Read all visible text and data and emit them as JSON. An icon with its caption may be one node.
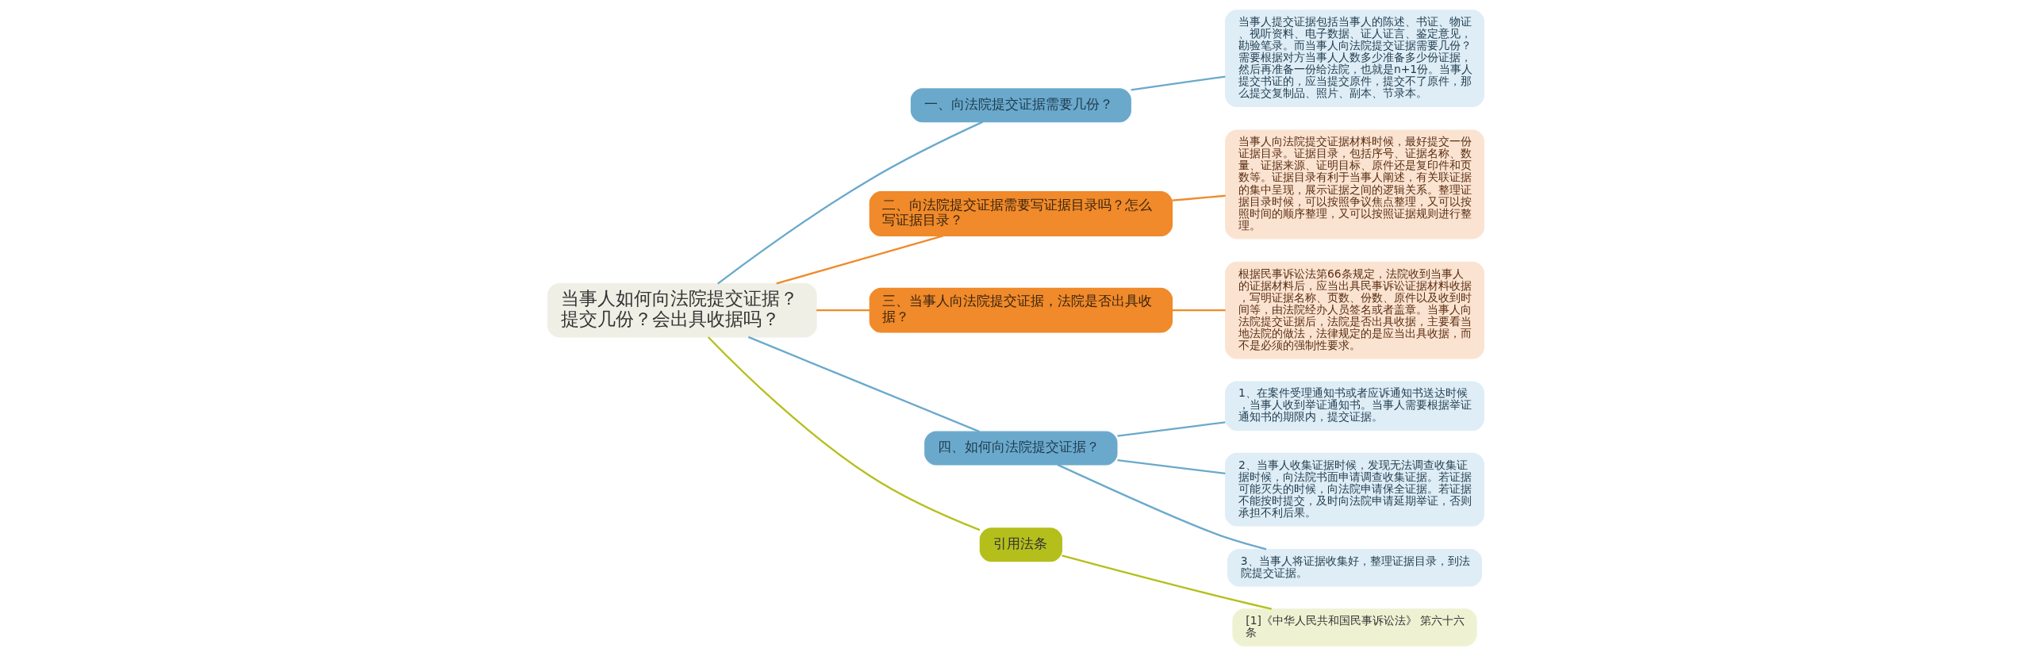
{
  "diagram": {
    "nodes": [
      {
        "text": [
          "当事人如何向法院提交证据？提交几份？会出具收据吗？"
        ]
      },
      {
        "text": [
          "一、向法院提交证据需要几份？"
        ]
      },
      {
        "text": [
          "当事人提交证据包括当事人的陈述、书证、物证、视听资料、电子数据、证人证言、鉴定意见，勘验笔录。而当事人向法院提交证据需要几份？需要根据对方当事人人数多少准备多少份证据，然后再准备一份给法院，也就是n+1份。当事人提交书证的，应当提交原件，提交不了原件，那么提交复制品、照片、副本、节录本。"
        ]
      },
      {
        "text": [
          "二、向法院提交证据需要写证据目录吗？怎么写证据目录？"
        ]
      },
      {
        "text": [
          "当事人向法院提交证据材料时候，最好提交一份证据目录。证据目录，包括序号、证据名称、数量、证据来源、证明目标、原件还是复印件和页数等。证据目录有利于当事人阐述，有关联证据的集中呈现，展示证据之间的逻辑关系。整理证据目录时候，可以按照争议焦点整理，又可以按照时间的顺序整理，又可以按照证据规则进行整理。"
        ]
      },
      {
        "text": [
          "三、当事人向法院提交证据，法院是否出具收据？"
        ]
      },
      {
        "text": [
          "根据民事诉讼法第66条规定，法院收到当事人的证据材料后，应当出具民事诉讼证据材料收据，写明证据名称、页数、份数、原件以及收到时间等，由法院经办人员签名或者盖章。当事人向法院提交证据后，法院是否出具收据，主要看当地法院的做法，法律规定的是应当出具收据，而不是必须的强制性要求。"
        ]
      },
      {
        "text": [
          "四、如何向法院提交证据？"
        ]
      },
      {
        "text": [
          "1、在案件受理通知书或者应诉通知书送达时候，当事人收到举证通知书。当事人需要根据举证通知书的期限内，提交证据。"
        ]
      },
      {
        "text": [
          "2、当事人收集证据时候，发现无法调查收集证据时候，向法院书面申请调查收集证据。若证据可能灭失的时候，向法院申请保全证据。若证据不能按时提交，及时向法院申请延期举证，否则承担不利后果。"
        ]
      },
      {
        "text": [
          "3、当事人将证据收集好，整理证据目录，到法院提交证据。"
        ]
      },
      {
        "text": [
          "引用法条"
        ]
      },
      {
        "text": [
          "[1]《中华人民共和国民事诉讼法》 第六十六条"
        ]
      }
    ],
    "edges": [
      {
        "from": 0,
        "to": 1,
        "arrow": "none"
      },
      {
        "from": 1,
        "to": 2,
        "arrow": "none"
      },
      {
        "from": 0,
        "to": 3,
        "arrow": "none",
        "color": "#f08a2a"
      },
      {
        "from": 3,
        "to": 4,
        "arrow": "none",
        "color": "#f08a2a"
      },
      {
        "from": 0,
        "to": 5,
        "arrow": "none",
        "color": "#f08a2a"
      },
      {
        "from": 5,
        "to": 6,
        "arrow": "none",
        "color": "#f08a2a"
      },
      {
        "from": 0,
        "to": 7,
        "arrow": "none"
      },
      {
        "from": 7,
        "to": 8,
        "arrow": "none"
      },
      {
        "from": 7,
        "to": 9,
        "arrow": "none"
      },
      {
        "from": 7,
        "to": 10,
        "arrow": "none"
      },
      {
        "from": 0,
        "to": 11,
        "arrow": "none",
        "color": "#b5bf1c"
      },
      {
        "from": 11,
        "to": 12,
        "arrow": "none",
        "color": "#b5bf1c"
      }
    ]
  }
}
